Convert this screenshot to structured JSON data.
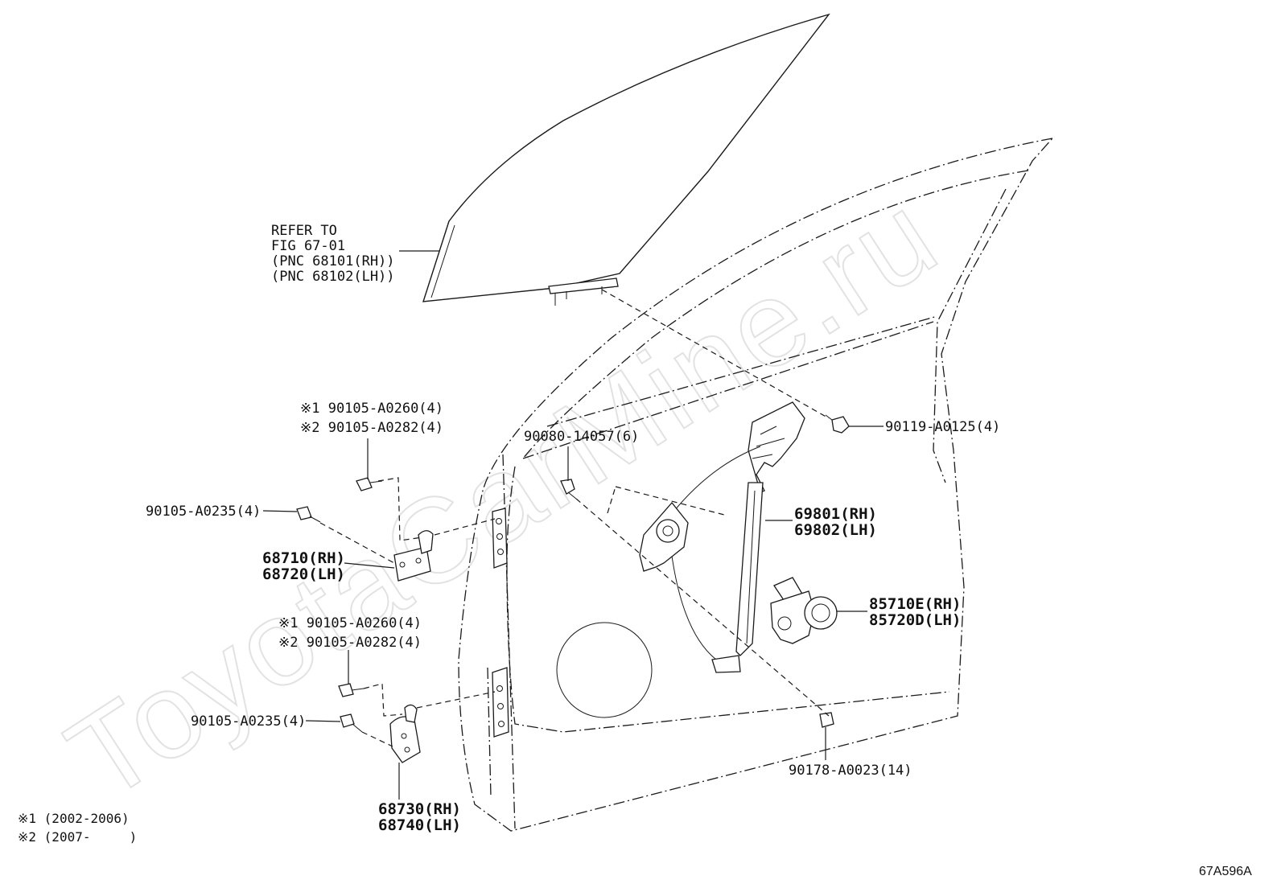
{
  "watermark": "ToyotaCarMine.ru",
  "figure_code": "67A596A",
  "window_glass_reference": [
    "REFER TO",
    "FIG 67-01",
    "(PNC 68101(RH))",
    "(PNC 68102(LH))"
  ],
  "callouts": {
    "bolt_window_top": "90119-A0125(4)",
    "bolt_regulator": "90080-14057(6)",
    "regulator": [
      "69801(RH)",
      "69802(LH)"
    ],
    "motor": [
      "85710E(RH)",
      "85720D(LH)"
    ],
    "nut_regulator": "90178-A0023(14)",
    "upper_hinge_bolt_1": "※1 90105-A0260(4)",
    "upper_hinge_bolt_2": "※2 90105-A0282(4)",
    "upper_hinge_bolt_side": "90105-A0235(4)",
    "upper_hinge": [
      "68710(RH)",
      "68720(LH)"
    ],
    "lower_hinge_bolt_1": "※1 90105-A0260(4)",
    "lower_hinge_bolt_2": "※2 90105-A0282(4)",
    "lower_hinge_bolt_side": "90105-A0235(4)",
    "lower_hinge": [
      "68730(RH)",
      "68740(LH)"
    ]
  },
  "notes": [
    "※1 (2002-2006)",
    "※2 (2007-     )"
  ]
}
